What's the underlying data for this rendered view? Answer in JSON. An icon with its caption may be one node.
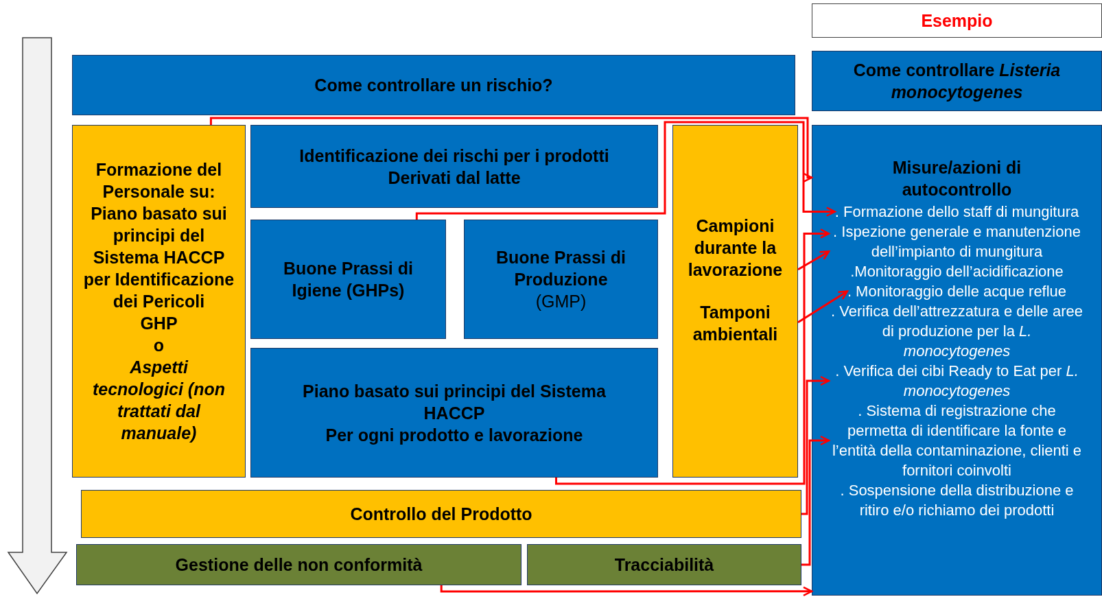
{
  "diagram": {
    "nodes": [
      {
        "text": [
          "Esempio"
        ]
      },
      {
        "text": [
          "Come controllare un rischio?"
        ]
      },
      {
        "text": [
          "Come controllare *Listeria monocytogenes*"
        ]
      },
      {
        "text": [
          "Formazione del Personale su:",
          "Piano basato sui principi del Sistema HACCP per Identificazione dei Pericoli",
          "GHP",
          "o",
          "Aspetti tecnologici (non trattati dal manuale)"
        ]
      },
      {
        "text": [
          "Identificazione dei rischi per i prodotti Derivati dal latte"
        ]
      },
      {
        "text": [
          "Buone Prassi di Igiene (GHPs)"
        ]
      },
      {
        "text": [
          "Buone Prassi di Produzione",
          "(GMP)"
        ]
      },
      {
        "text": [
          "Piano basato sui principi del Sistema HACCP",
          "Per ogni prodotto e lavorazione"
        ]
      },
      {
        "text": [
          "Campioni durante la lavorazione",
          "Tamponi ambientali"
        ]
      },
      {
        "text": [
          "Controllo del Prodotto"
        ]
      },
      {
        "text": [
          "Gestione delle non conformità"
        ]
      },
      {
        "text": [
          "Tracciabilità"
        ]
      },
      {
        "text": [
          "Misure/azioni di autocontrollo"
        ]
      },
      {
        "text": [
          ". Formazione dello staff di mungitura"
        ],
        "in": 12
      },
      {
        "text": [
          ". Ispezione generale e manutenzione dell’impianto di mungitura"
        ],
        "in": 12
      },
      {
        "text": [
          ".Monitoraggio dell’acidificazione"
        ],
        "in": 12
      },
      {
        "text": [
          ". Monitoraggio delle acque reflue"
        ],
        "in": 12
      },
      {
        "text": [
          ". Verifica dell’attrezzatura e delle aree di produzione per la *L. monocytogenes*"
        ],
        "in": 12
      },
      {
        "text": [
          ". Verifica dei cibi Ready to Eat per *L. monocytogenes*"
        ],
        "in": 12
      },
      {
        "text": [
          ". Sistema di registrazione che permetta di identificare la fonte e l’entità della contaminazione, clienti e fornitori coinvolti"
        ],
        "in": 12
      },
      {
        "text": [
          ". Sospensione della distribuzione e ritiro e/o richiamo dei prodotti"
        ],
        "in": 12
      }
    ],
    "edges": [
      {
        "from": 3,
        "to": 12,
        "arrow": "to"
      },
      {
        "from": 5,
        "to": 13,
        "arrow": "to"
      },
      {
        "from": 8,
        "to": 14,
        "arrow": "to"
      },
      {
        "from": 7,
        "to": 14,
        "arrow": "to"
      },
      {
        "from": 8,
        "to": 16,
        "arrow": "to"
      },
      {
        "from": 9,
        "to": 18,
        "arrow": "to"
      },
      {
        "from": 11,
        "to": 19,
        "arrow": "to"
      },
      {
        "from": 10,
        "to": 12,
        "arrow": "to"
      }
    ]
  }
}
